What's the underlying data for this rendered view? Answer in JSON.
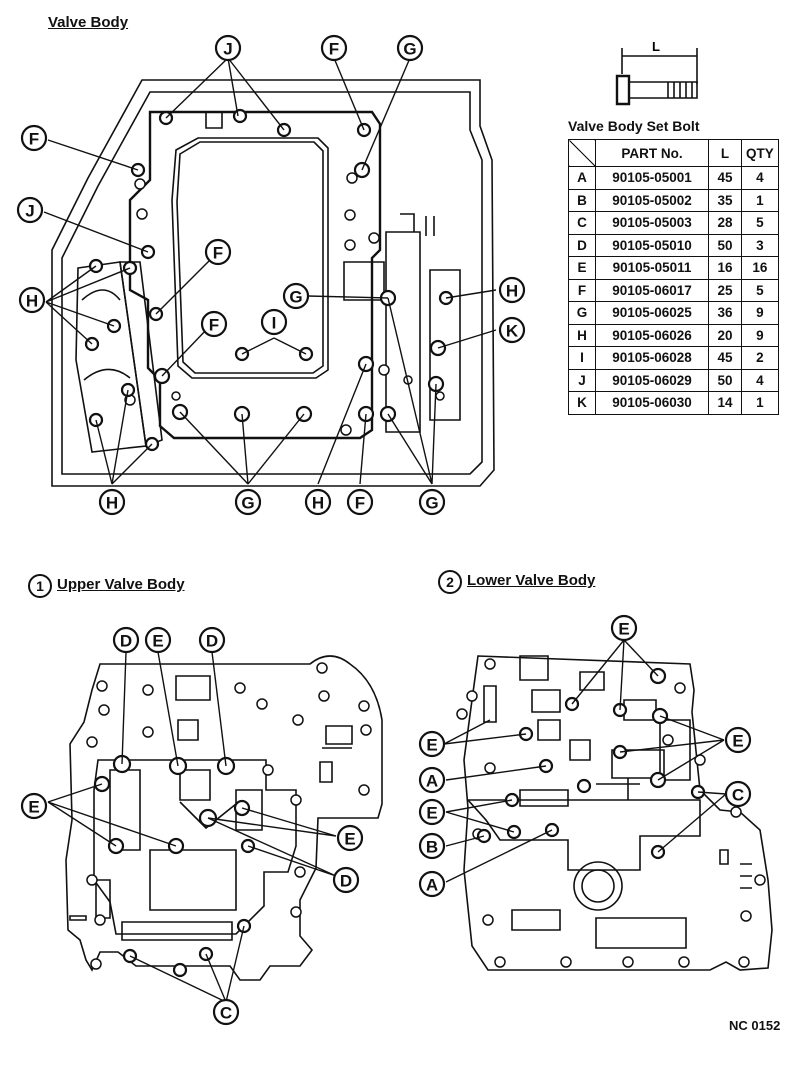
{
  "titles": {
    "valve_body": "Valve Body",
    "upper_num": "1",
    "upper": "Upper Valve Body",
    "lower_num": "2",
    "lower": "Lower Valve Body"
  },
  "bolt_dimension_label": "L",
  "table": {
    "title": "Valve Body Set Bolt",
    "headers": [
      "",
      "PART No.",
      "L",
      "QTY"
    ],
    "rows": [
      {
        "id": "A",
        "part": "90105-05001",
        "l": "45",
        "qty": "4"
      },
      {
        "id": "B",
        "part": "90105-05002",
        "l": "35",
        "qty": "1"
      },
      {
        "id": "C",
        "part": "90105-05003",
        "l": "28",
        "qty": "5"
      },
      {
        "id": "D",
        "part": "90105-05010",
        "l": "50",
        "qty": "3"
      },
      {
        "id": "E",
        "part": "90105-05011",
        "l": "16",
        "qty": "16"
      },
      {
        "id": "F",
        "part": "90105-06017",
        "l": "25",
        "qty": "5"
      },
      {
        "id": "G",
        "part": "90105-06025",
        "l": "36",
        "qty": "9"
      },
      {
        "id": "H",
        "part": "90105-06026",
        "l": "20",
        "qty": "9"
      },
      {
        "id": "I",
        "part": "90105-06028",
        "l": "45",
        "qty": "2"
      },
      {
        "id": "J",
        "part": "90105-06029",
        "l": "50",
        "qty": "4"
      },
      {
        "id": "K",
        "part": "90105-06030",
        "l": "14",
        "qty": "1"
      }
    ]
  },
  "callouts": {
    "J": "J",
    "F": "F",
    "G": "G",
    "H": "H",
    "I": "I",
    "K": "K",
    "A": "A",
    "B": "B",
    "C": "C",
    "D": "D",
    "E": "E"
  },
  "figure_code": "NC 0152"
}
